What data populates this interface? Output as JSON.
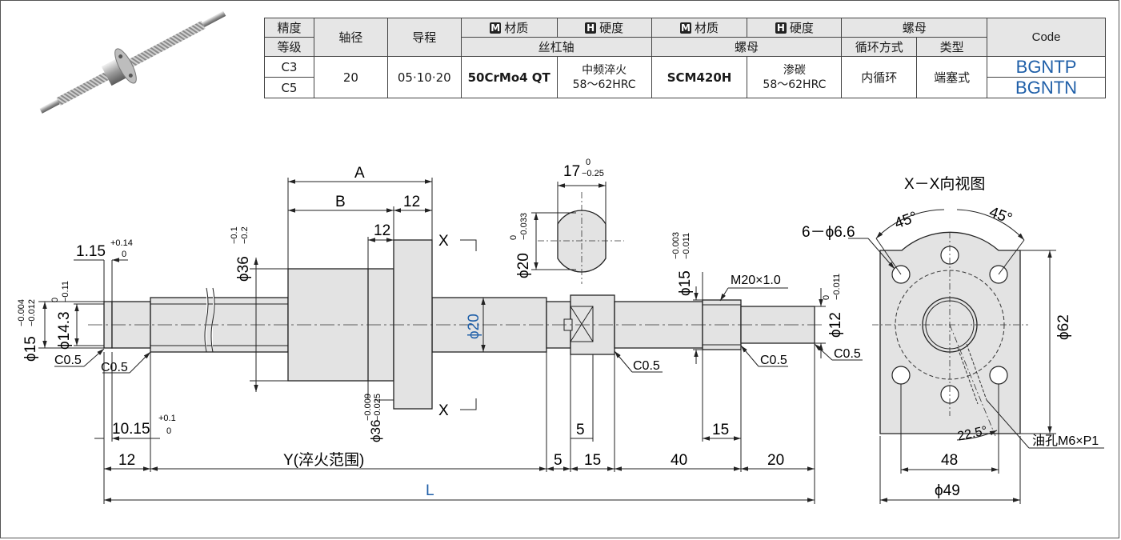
{
  "table": {
    "hdr": {
      "precision": "精度",
      "grade": "等级",
      "shaft_dia": "轴径",
      "lead": "导程",
      "m_mark": "M",
      "h_mark": "H",
      "material": "材质",
      "hardness": "硬度",
      "nut_group": "螺母",
      "code": "Code",
      "screw_shaft": "丝杠轴",
      "nut": "螺母",
      "circulation": "循环方式",
      "type": "类型"
    },
    "rows": {
      "grade1": "C3",
      "grade2": "C5",
      "dia": "20",
      "lead": "05·10·20",
      "shaft_material": "50CrMo4 QT",
      "shaft_hardness_1": "中频淬火",
      "shaft_hardness_2": "58～62HRC",
      "nut_material": "SCM420H",
      "nut_hardness_1": "渗碳",
      "nut_hardness_2": "58～62HRC",
      "circulation": "内循环",
      "type": "端塞式",
      "code1": "BGNTP",
      "code2": "BGNTN"
    }
  },
  "drawing": {
    "A": "A",
    "B": "B",
    "dim12_top": "12",
    "dim12_nut": "12",
    "x_mark": "X",
    "dim_17": "17",
    "tol_17_up": "0",
    "tol_17_lo": "−0.25",
    "dim_115": "1.15",
    "tol_115_up": "+0.14",
    "tol_115_lo": "0",
    "phi15": "ϕ15",
    "tol15_up": "−0.004",
    "tol15_lo": "−0.012",
    "phi143": "ϕ14.3",
    "tol143_up": "0",
    "tol143_lo": "−0.11",
    "phi36": "ϕ36",
    "tol36_up": "−0.1",
    "tol36_lo": "−0.2",
    "phi36b": "ϕ36",
    "tol36b_up": "−0.009",
    "tol36b_lo": "−0.025",
    "phi20": "ϕ20",
    "phi20b": "ϕ20",
    "tol20b_up": "0",
    "tol20b_lo": "−0.033",
    "phi15b": "ϕ15",
    "tol15b_up": "−0.003",
    "tol15b_lo": "−0.011",
    "phi12": "ϕ12",
    "tol12_up": "0",
    "tol12_lo": "−0.011",
    "m20": "M20×1.0",
    "c05": "C0.5",
    "dim_1015": "10.15",
    "tol1015_up": "+0.1",
    "tol1015_lo": "0",
    "d12": "12",
    "dY": "Y(淬火范围)",
    "d5": "5",
    "d15": "15",
    "d40": "40",
    "d20": "20",
    "d5b": "5",
    "d15b": "15",
    "L": "L",
    "view_title": "X－X向视图",
    "deg45a": "45°",
    "deg45b": "45°",
    "holes": "6－ϕ6.6",
    "phi62": "ϕ62",
    "deg225": "22.5°",
    "oil": "油孔M6×P1",
    "d48": "48",
    "phi49": "ϕ49"
  },
  "colors": {
    "accent": "#1f5fa8",
    "part_fill": "#e3e3e3",
    "header_fill": "#e6e6e6"
  }
}
